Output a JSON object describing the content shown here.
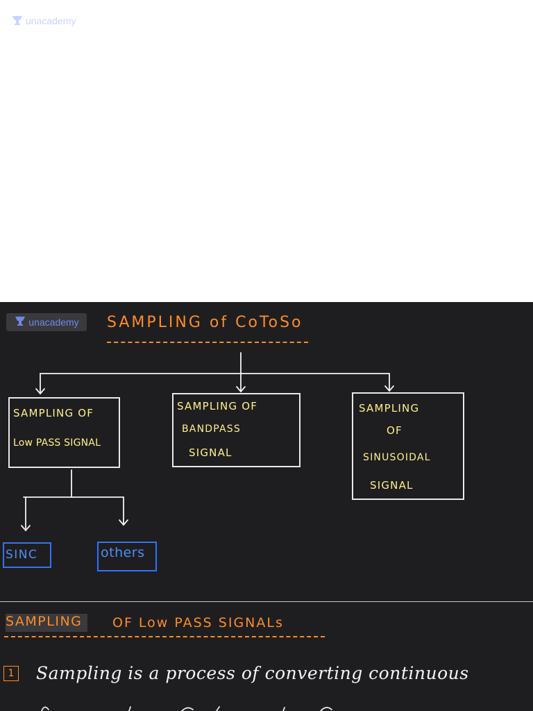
{
  "brand": {
    "name": "unacademy",
    "icon": "trophy-icon"
  },
  "colors": {
    "background_dark": "#1e1e20",
    "title_orange": "#ff8c27",
    "box_text_yellow": "#fff08a",
    "line_white": "#f4f4f4",
    "blue_box": "#2f73ff"
  },
  "diagram": {
    "title": "SAMPLING of CoToSo",
    "nodes": {
      "low_pass": [
        "SAMPLING OF",
        "Low PASS SIGNAL"
      ],
      "bandpass": [
        "SAMPLING OF",
        "BANDPASS",
        "SIGNAL"
      ],
      "sinusoidal": [
        "SAMPLING",
        "OF",
        "SINUSOIDAL",
        "SIGNAL"
      ],
      "sinc": "SINC",
      "others": "others"
    }
  },
  "notes": {
    "heading_part1": "SAMPLING",
    "heading_part2": "OF Low PASS SIGNALs",
    "point_number": "1",
    "point_text": "Sampling is a process of converting continuous"
  }
}
